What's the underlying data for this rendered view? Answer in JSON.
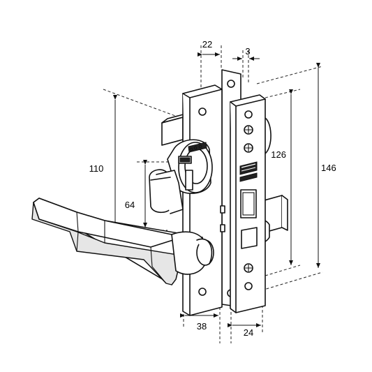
{
  "dimensions": {
    "d22": "22",
    "d3": "3",
    "d126": "126",
    "d146": "146",
    "d110": "110",
    "d64": "64",
    "d38": "38",
    "d24": "24"
  },
  "colors": {
    "line": "#111111",
    "background": "#ffffff"
  }
}
